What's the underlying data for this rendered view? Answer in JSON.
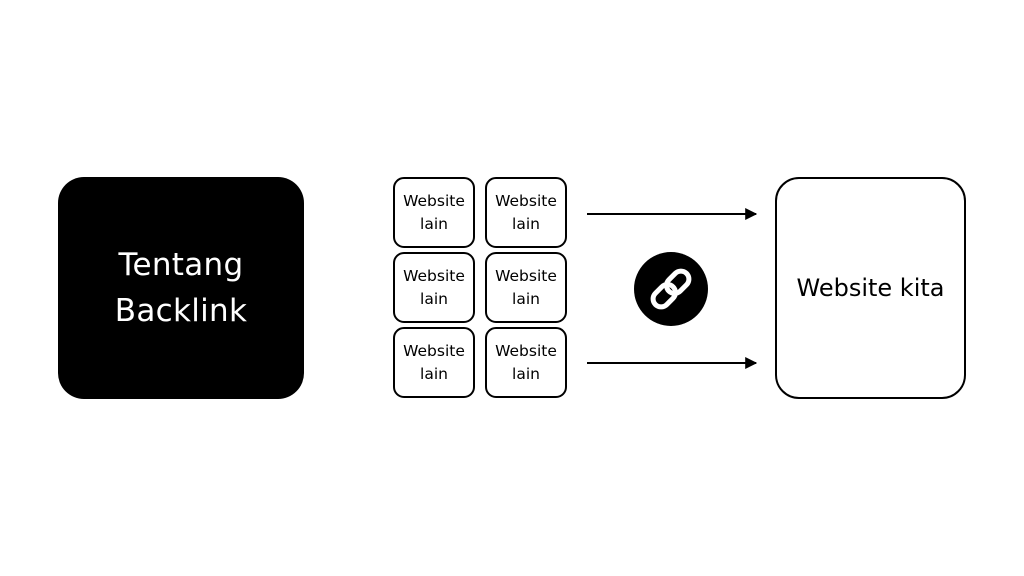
{
  "title_box": {
    "text": "Tentang Backlink"
  },
  "source_sites": [
    "Website lain",
    "Website lain",
    "Website lain",
    "Website lain",
    "Website lain",
    "Website lain"
  ],
  "target_site": {
    "text": "Website kita"
  },
  "icons": {
    "center": "link-chain-icon"
  },
  "colors": {
    "primary": "#000000",
    "background": "#ffffff"
  }
}
